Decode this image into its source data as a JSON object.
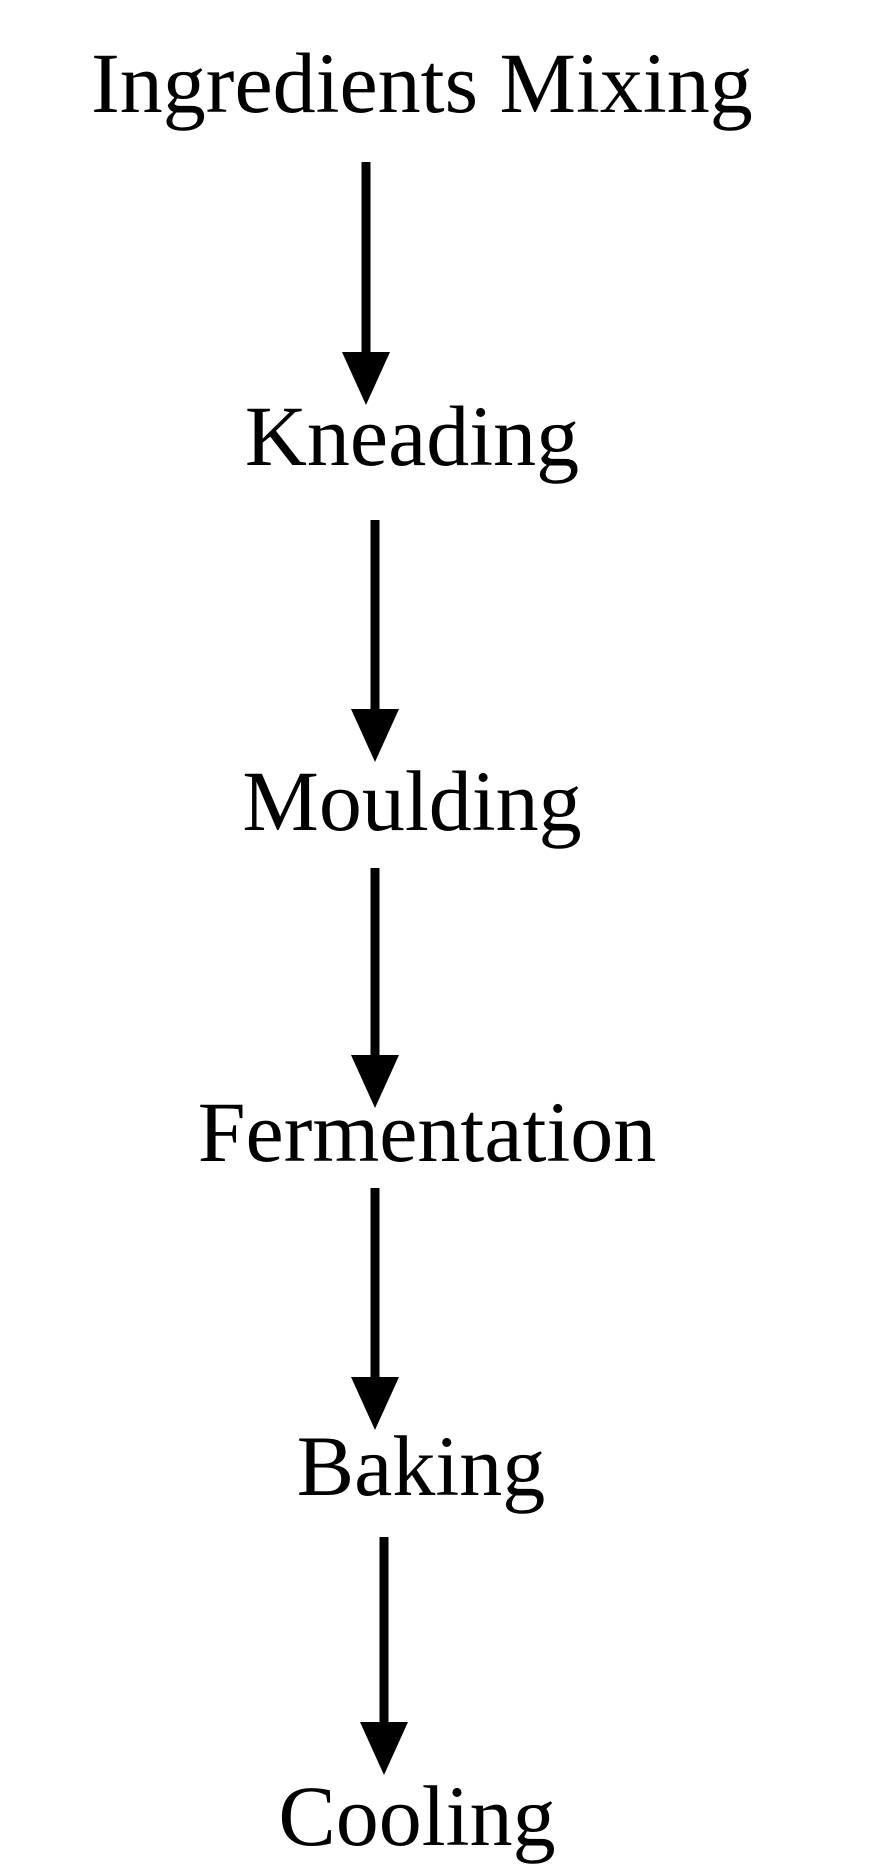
{
  "flowchart": {
    "steps": [
      "Ingredients Mixing",
      "Kneading",
      "Moulding",
      "Fermentation",
      "Baking",
      "Cooling"
    ],
    "colors": {
      "text": "#000000",
      "arrow": "#000000",
      "background": "#ffffff"
    }
  }
}
